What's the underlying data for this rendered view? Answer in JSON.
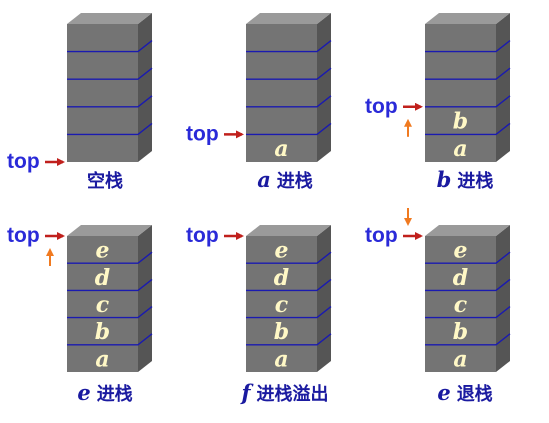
{
  "top_label": "top",
  "colors": {
    "front": "#747474",
    "side": "#555555",
    "top_face": "#9a9a9a",
    "divider": "#1a1ab0",
    "pointer": "#c0201c",
    "motion": "#f07a20",
    "label": "#2a2ad8",
    "element": "#fff8c6"
  },
  "panels": [
    {
      "id": "empty",
      "elements": [],
      "caption": {
        "letter": "",
        "text": "空栈"
      },
      "motion_arrow": "none"
    },
    {
      "id": "push-a",
      "elements": [
        "a"
      ],
      "caption": {
        "letter": "a",
        "text": "进栈"
      },
      "motion_arrow": "none"
    },
    {
      "id": "push-b",
      "elements": [
        "a",
        "b"
      ],
      "caption": {
        "letter": "b",
        "text": "进栈"
      },
      "motion_arrow": "up"
    },
    {
      "id": "push-e",
      "elements": [
        "a",
        "b",
        "c",
        "d",
        "e"
      ],
      "caption": {
        "letter": "e",
        "text": "进栈"
      },
      "motion_arrow": "up"
    },
    {
      "id": "push-f-overflow",
      "elements": [
        "a",
        "b",
        "c",
        "d",
        "e"
      ],
      "caption": {
        "letter": "f",
        "text": "进栈溢出"
      },
      "motion_arrow": "none"
    },
    {
      "id": "pop-e",
      "elements": [
        "a",
        "b",
        "c",
        "d",
        "e"
      ],
      "caption": {
        "letter": "e",
        "text": "退栈"
      },
      "motion_arrow": "down"
    }
  ]
}
